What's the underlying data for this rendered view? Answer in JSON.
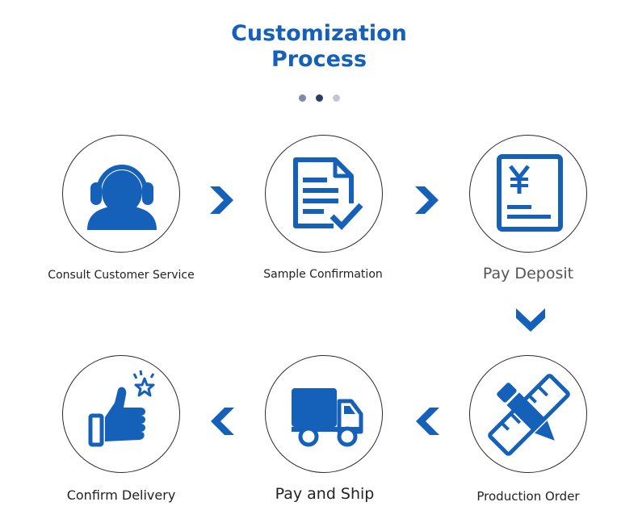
{
  "title_line1": "Customization",
  "title_line2": "Process",
  "colors": {
    "brand_blue": "#1560b9",
    "dot_active": "#2a3f66",
    "dot_mid": "#7f8aa8",
    "dot_light": "#c2c6d2"
  },
  "carousel": {
    "dot_count": 3,
    "active_index": 1
  },
  "steps": [
    {
      "label": "Consult Customer Service",
      "icon": "headset-agent-icon"
    },
    {
      "label": "Sample Confirmation",
      "icon": "document-check-icon"
    },
    {
      "label": "Pay Deposit",
      "icon": "yen-invoice-icon"
    },
    {
      "label": "Production Order",
      "icon": "pencil-ruler-icon"
    },
    {
      "label": "Pay and Ship",
      "icon": "delivery-truck-icon"
    },
    {
      "label": "Confirm Delivery",
      "icon": "thumbs-up-icon"
    }
  ]
}
